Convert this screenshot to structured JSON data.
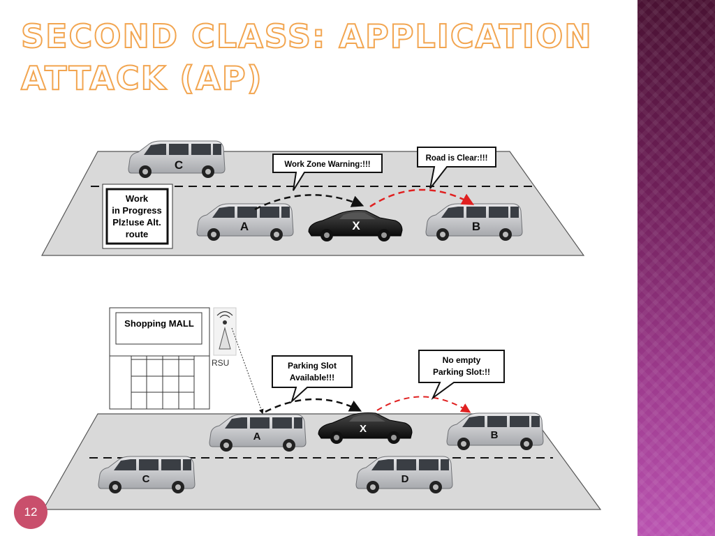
{
  "slide": {
    "title": "Second Class: Application Attack (AP)",
    "page_number": "12"
  },
  "colors": {
    "title_outline": "#f2a550",
    "sidebar": "#8a2d78",
    "page_badge": "#c94f6c",
    "attack_arrow": "#e02020",
    "road": "#d9d9d9"
  },
  "scene1": {
    "sign_lines": [
      "Work",
      "in Progress",
      "Plz!use Alt.",
      "route"
    ],
    "bubble_left": "Work Zone Warning:!!!",
    "bubble_right": "Road  is Clear:!!!",
    "car_a": "A",
    "car_b": "B",
    "car_c": "C",
    "car_x": "X"
  },
  "scene2": {
    "mall_label": "Shopping MALL",
    "rsu_label": "RSU",
    "bubble_left_lines": [
      "Parking Slot",
      "Available!!!"
    ],
    "bubble_right_lines": [
      "No empty",
      "Parking Slot:!!"
    ],
    "car_a": "A",
    "car_b": "B",
    "car_c": "C",
    "car_d": "D",
    "car_x": "X"
  }
}
